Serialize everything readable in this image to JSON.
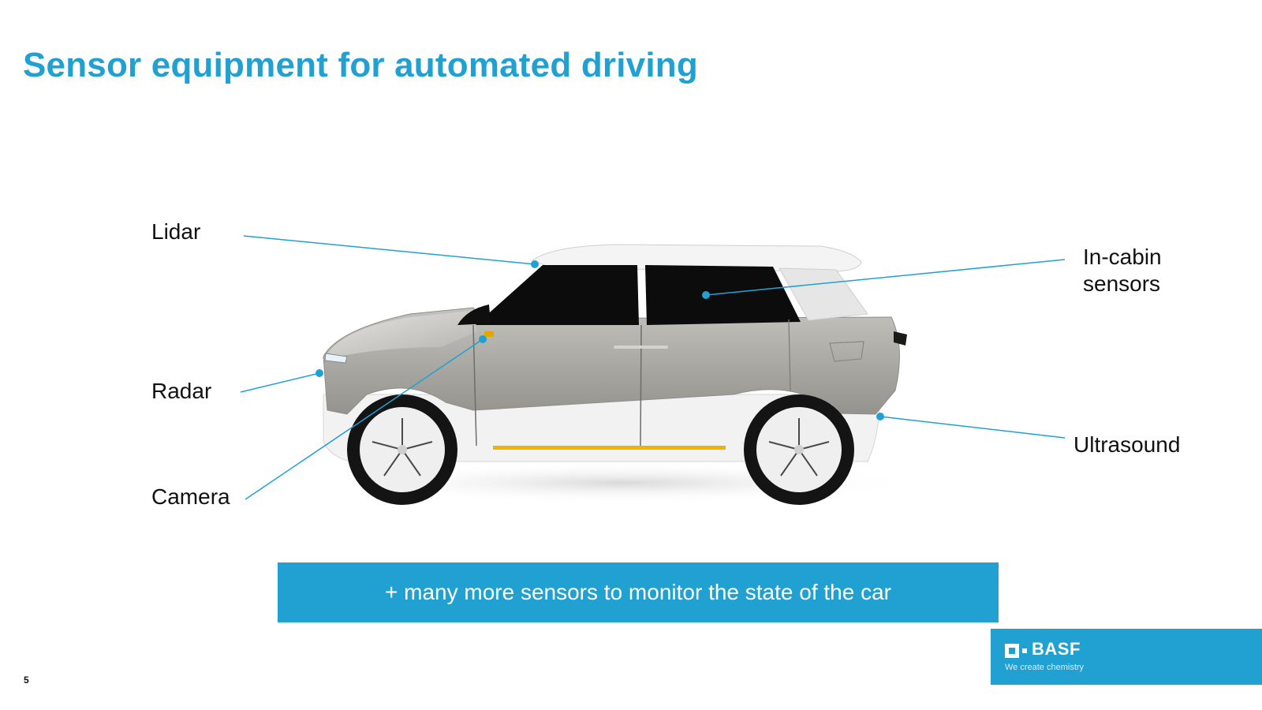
{
  "slide": {
    "title": "Sensor equipment for automated driving",
    "page_number": "5"
  },
  "labels": {
    "lidar": "Lidar",
    "radar": "Radar",
    "camera": "Camera",
    "in_cabin_line1": "In-cabin",
    "in_cabin_line2": "sensors",
    "ultrasound": "Ultrasound"
  },
  "banner": {
    "text": "+ many more sensors to monitor the state of the car"
  },
  "logo": {
    "name": "BASF",
    "tagline": "We create chemistry"
  },
  "colors": {
    "accent": "#21A0D2",
    "text": "#111111",
    "car_body": "#A9A7A2",
    "car_trim": "#F2F2F2",
    "sill_stripe": "#F0B400"
  }
}
